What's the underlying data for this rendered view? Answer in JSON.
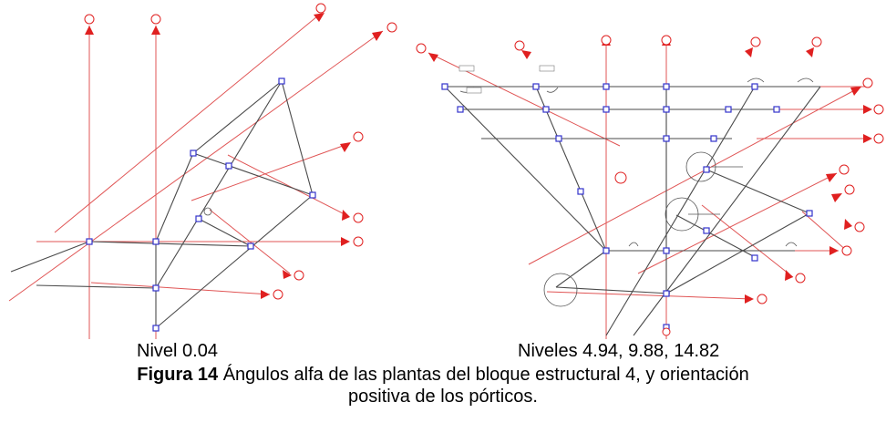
{
  "labels": {
    "left": "Nivel 0.04",
    "right": "Niveles 4.94, 9.88, 14.82"
  },
  "caption": {
    "bold": "Figura 14",
    "text_line1": " Ángulos alfa de las plantas del bloque estructural 4, y orientación",
    "text_line2": "positiva de los pórticos."
  },
  "colors": {
    "axis": "#e05555",
    "frame": "#4a4a4a",
    "node": "#3333cc",
    "arrow": "#e02020"
  }
}
